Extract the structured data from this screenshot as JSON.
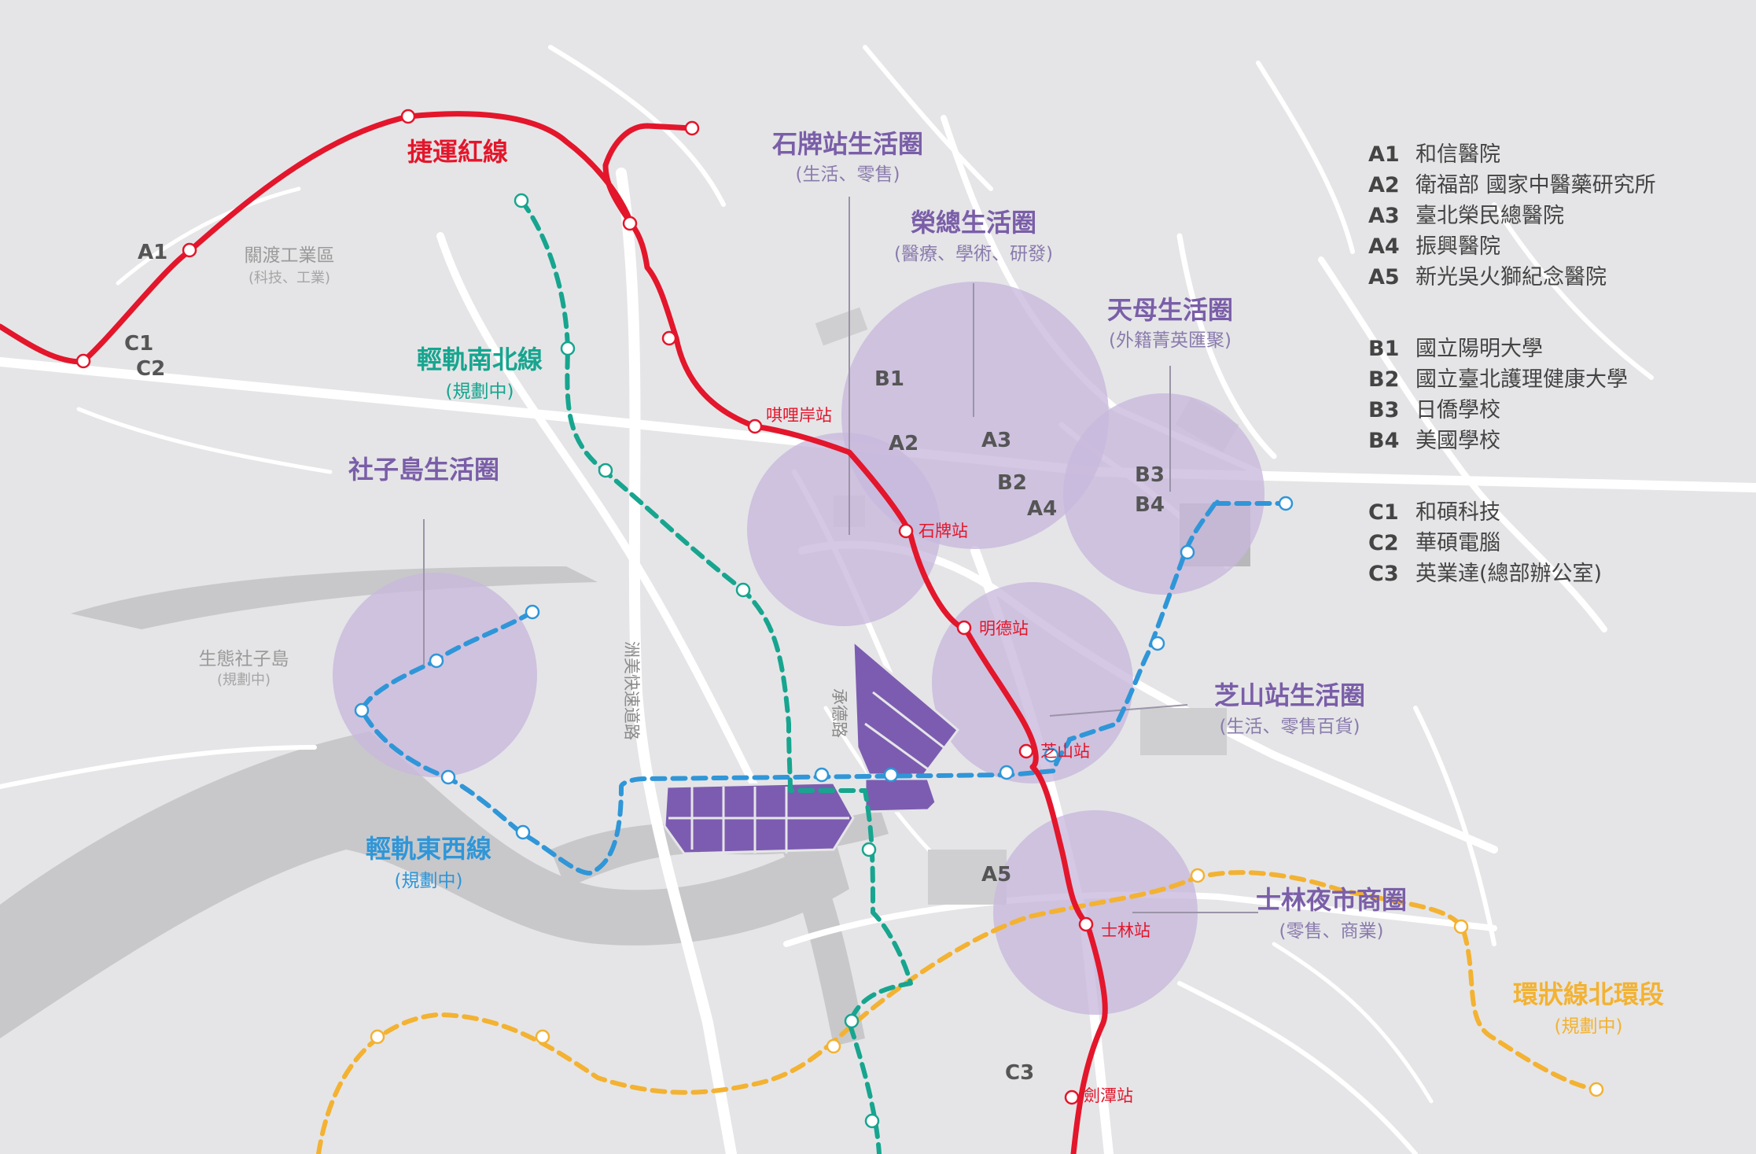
{
  "colors": {
    "background": "#e5e5e7",
    "road": "#ffffff",
    "river": "#c7c7c9",
    "zone": "#c8b9dc",
    "development": "#7c5cb0",
    "metro_red": "#e3162b",
    "lrt_ns_teal": "#17a58f",
    "lrt_ew_blue": "#2f96d8",
    "circular_yellow": "#f3b232"
  },
  "lines": {
    "metro_red": "捷運紅線",
    "lrt_ns": {
      "name": "輕軌南北線",
      "status": "(規劃中)"
    },
    "lrt_ew": {
      "name": "輕軌東西線",
      "status": "(規劃中)"
    },
    "circular_north": {
      "name": "環狀線北環段",
      "status": "(規劃中)"
    }
  },
  "stations": {
    "qilian": "唭哩岸站",
    "shipai": "石牌站",
    "mingde": "明德站",
    "zhishan": "芝山站",
    "shilin": "士林站",
    "jiantan": "劍潭站"
  },
  "zones": {
    "shipai": {
      "name": "石牌站生活圈",
      "desc": "(生活、零售)"
    },
    "rongzong": {
      "name": "榮總生活圈",
      "desc": "(醫療、學術、研發)"
    },
    "tianmu": {
      "name": "天母生活圈",
      "desc": "(外籍菁英匯聚)"
    },
    "shezi": {
      "name": "社子島生活圈"
    },
    "zhishan": {
      "name": "芝山站生活圈",
      "desc": "(生活、零售百貨)"
    },
    "shilin_market": {
      "name": "士林夜市商圈",
      "desc": "(零售、商業)"
    }
  },
  "areas": {
    "guandu": {
      "name": "關渡工業區",
      "desc": "(科技、工業)"
    },
    "eco_shezi": {
      "name": "生態社子島",
      "desc": "(規劃中)"
    }
  },
  "roads": {
    "zhoumei": "洲美快速道路",
    "chengde": "承德路"
  },
  "map_codes": {
    "a1": "A1",
    "a2": "A2",
    "a3": "A3",
    "a4": "A4",
    "a5": "A5",
    "b1": "B1",
    "b2": "B2",
    "b3": "B3",
    "b4": "B4",
    "c1": "C1",
    "c2": "C2",
    "c3": "C3"
  },
  "legend": {
    "groups": [
      [
        {
          "code": "A1",
          "name": "和信醫院"
        },
        {
          "code": "A2",
          "name": "衛福部 國家中醫藥研究所"
        },
        {
          "code": "A3",
          "name": "臺北榮民總醫院"
        },
        {
          "code": "A4",
          "name": "振興醫院"
        },
        {
          "code": "A5",
          "name": "新光吳火獅紀念醫院"
        }
      ],
      [
        {
          "code": "B1",
          "name": "國立陽明大學"
        },
        {
          "code": "B2",
          "name": "國立臺北護理健康大學"
        },
        {
          "code": "B3",
          "name": "日僑學校"
        },
        {
          "code": "B4",
          "name": "美國學校"
        }
      ],
      [
        {
          "code": "C1",
          "name": "和碩科技"
        },
        {
          "code": "C2",
          "name": "華碩電腦"
        },
        {
          "code": "C3",
          "name": "英業達(總部辦公室)"
        }
      ]
    ]
  }
}
